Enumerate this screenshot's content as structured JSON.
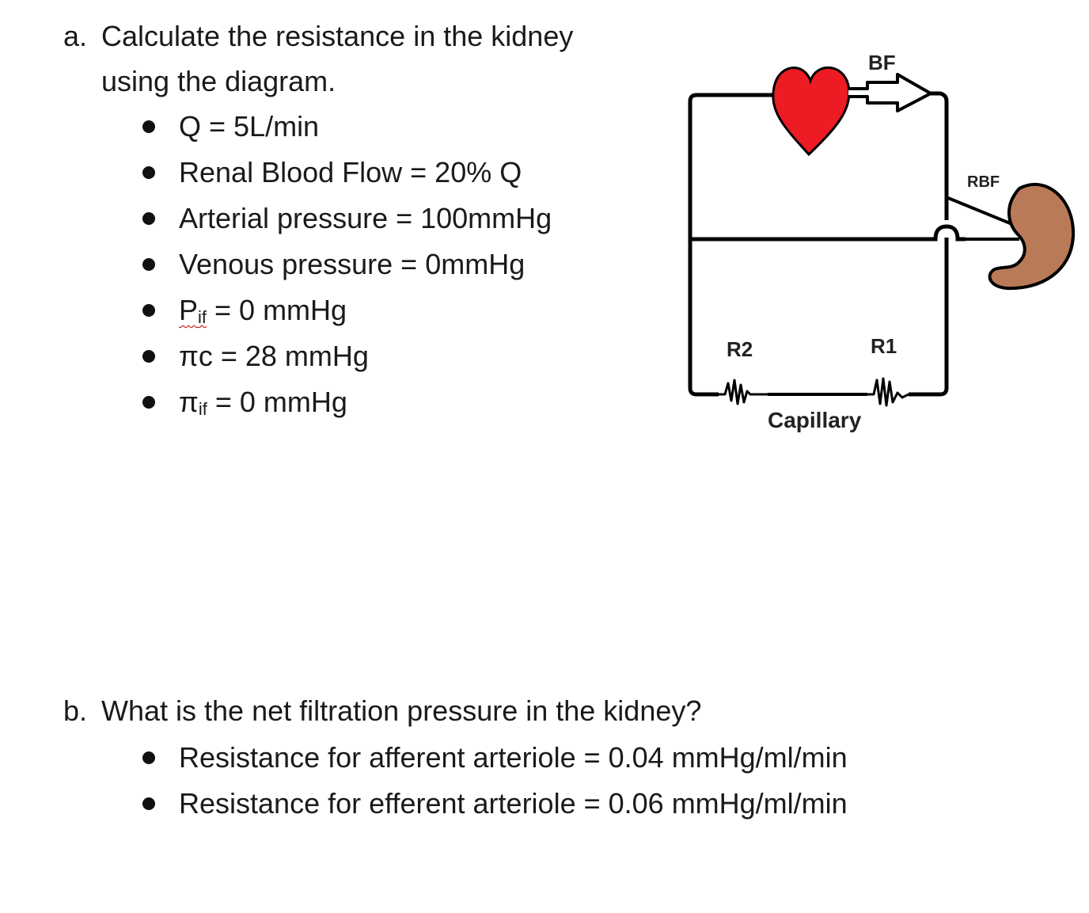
{
  "question_a": {
    "label": "a.",
    "line1": "Calculate the resistance in the kidney",
    "line2": "using the diagram.",
    "items": [
      {
        "text": "Q = 5L/min"
      },
      {
        "text": "Renal Blood Flow = 20% Q"
      },
      {
        "text": "Arterial pressure = 100mmHg"
      },
      {
        "text": "Venous pressure = 0mmHg"
      },
      {
        "symbol": "P",
        "sub": "if",
        "rest": " = 0 mmHg"
      },
      {
        "symbol": "πc",
        "rest": " = 28 mmHg"
      },
      {
        "symbol": "π",
        "sub": "if",
        "rest": " = 0 mmHg"
      }
    ]
  },
  "diagram": {
    "labels": {
      "bf": "BF",
      "rbf": "RBF",
      "r2": "R2",
      "r1": "R1",
      "capillary": "Capillary"
    },
    "icons": [
      "heart-icon",
      "kidney-icon",
      "arrow-icon",
      "resistor-icon"
    ],
    "colors": {
      "heart": "#ED1C24",
      "kidney": "#B97A57",
      "line": "#000000"
    }
  },
  "question_b": {
    "label": "b.",
    "line1": "What is the net filtration pressure in the kidney?",
    "items": [
      {
        "text": "Resistance for afferent arteriole = 0.04 mmHg/ml/min"
      },
      {
        "text": "Resistance for efferent arteriole = 0.06 mmHg/ml/min"
      }
    ]
  }
}
